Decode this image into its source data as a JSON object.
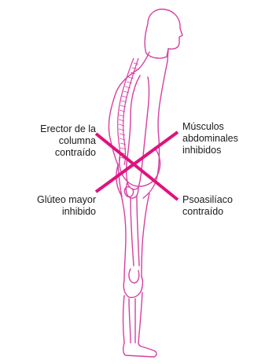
{
  "colors": {
    "outline": "#d63fa2",
    "cross": "#e0127d",
    "text": "#1a1a1a",
    "background": "#ffffff"
  },
  "labels": {
    "erector": [
      "Erector de la",
      "columna",
      "contraído"
    ],
    "musculos": [
      "Músculos",
      "abdominales",
      "inhibidos"
    ],
    "gluteo": [
      "Glúteo mayor",
      "inhibido"
    ],
    "psoas": [
      "Psoasilíaco",
      "contraído"
    ]
  }
}
